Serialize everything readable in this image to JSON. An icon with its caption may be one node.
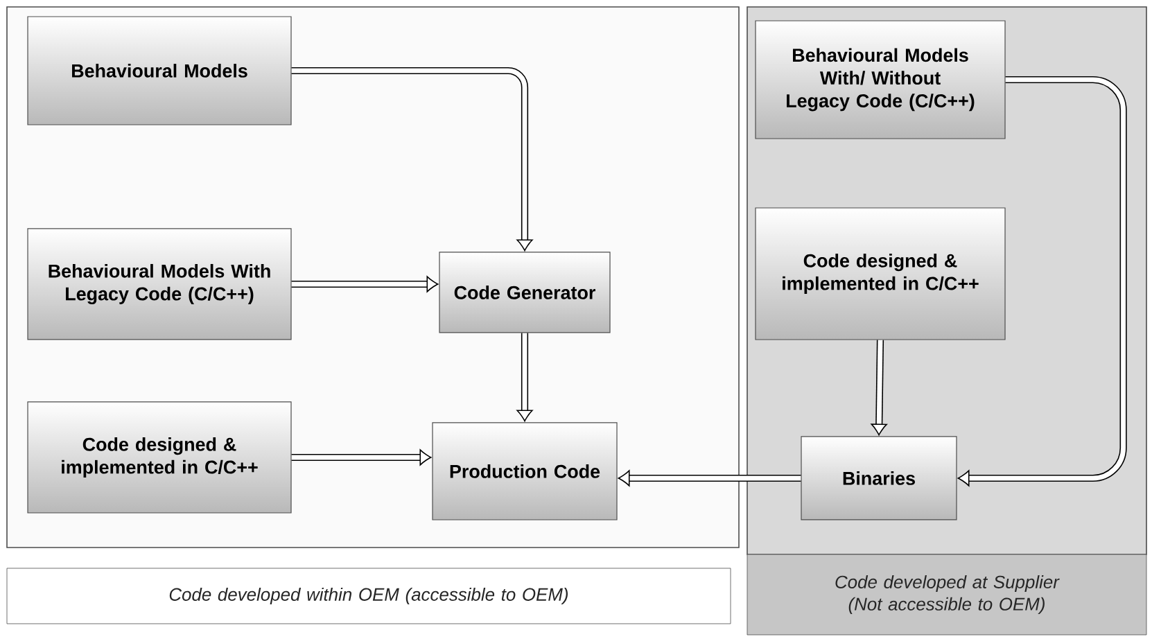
{
  "diagram": {
    "nodes": [
      {
        "text": [
          "Code developed within OEM (accessible to OEM)"
        ]
      },
      {
        "text": [
          "Code developed at Supplier (Not accessible to OEM)"
        ]
      },
      {
        "text": [
          "Behavioural Models"
        ],
        "in": 0
      },
      {
        "text": [
          "Behavioural Models With Legacy Code (C/C++)"
        ],
        "in": 0
      },
      {
        "text": [
          "Code Generator"
        ],
        "in": 0
      },
      {
        "text": [
          "Code designed & implemented in C/C++"
        ],
        "in": 0
      },
      {
        "text": [
          "Production Code"
        ],
        "in": 0
      },
      {
        "text": [
          "Behavioural Models With/ Without Legacy Code (C/C++)"
        ],
        "in": 1
      },
      {
        "text": [
          "Code designed & implemented in C/C++"
        ],
        "in": 1
      },
      {
        "text": [
          "Binaries"
        ],
        "in": 1
      }
    ],
    "edges": [
      {
        "from": 2,
        "to": 4,
        "arrow": "to"
      },
      {
        "from": 3,
        "to": 4,
        "arrow": "to"
      },
      {
        "from": 4,
        "to": 6,
        "arrow": "to"
      },
      {
        "from": 5,
        "to": 6,
        "arrow": "to"
      },
      {
        "from": 9,
        "to": 6,
        "arrow": "to"
      },
      {
        "from": 8,
        "to": 9,
        "arrow": "to"
      },
      {
        "from": 7,
        "to": 9,
        "arrow": "to"
      }
    ]
  }
}
